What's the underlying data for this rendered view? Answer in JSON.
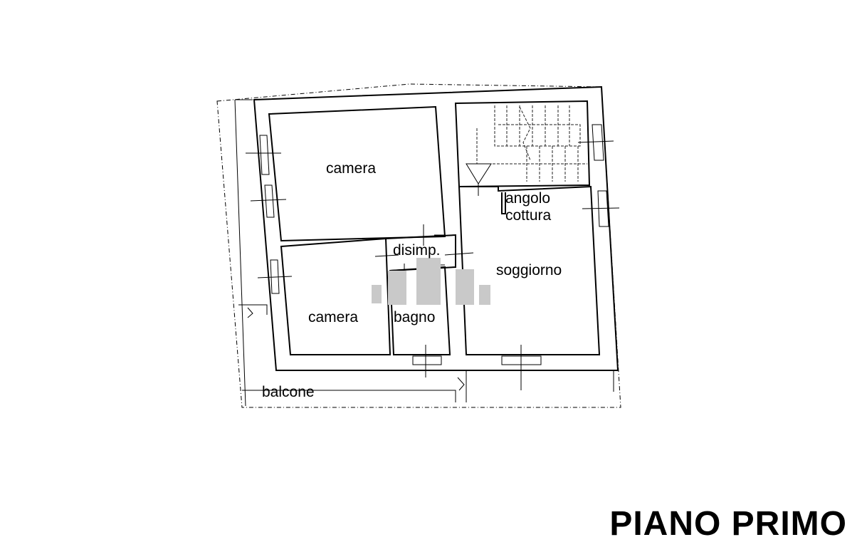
{
  "floor_title": "PIANO PRIMO",
  "rooms": {
    "camera_top": "camera",
    "camera_bottom": "camera",
    "disimpegno": "disimp.",
    "bagno": "bagno",
    "soggiorno": "soggiorno",
    "angolo_line1": "angolo",
    "angolo_line2": "cottura",
    "balcone": "balcone"
  },
  "colors": {
    "lines": "#000000",
    "watermark": "#c9c9c9",
    "background": "#ffffff"
  }
}
